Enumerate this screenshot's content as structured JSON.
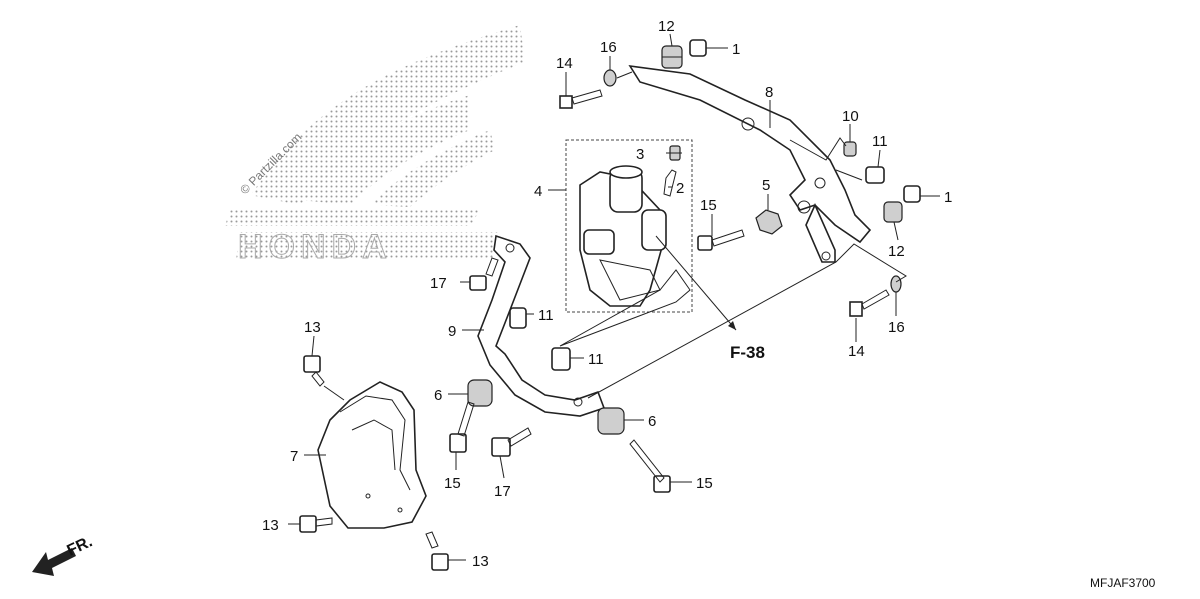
{
  "diagram": {
    "watermark_text": "© Partzilla.com",
    "watermark_logo_text": "HONDA",
    "reference_label": "F-38",
    "diagram_code": "MFJAF3700",
    "front_indicator": "FR.",
    "accent_color": "#111111",
    "watermark_color": "#9a9a9a",
    "callouts": [
      {
        "id": "c1a",
        "label": "1"
      },
      {
        "id": "c1b",
        "label": "1"
      },
      {
        "id": "c2",
        "label": "2"
      },
      {
        "id": "c3",
        "label": "3"
      },
      {
        "id": "c4",
        "label": "4"
      },
      {
        "id": "c5",
        "label": "5"
      },
      {
        "id": "c6a",
        "label": "6"
      },
      {
        "id": "c6b",
        "label": "6"
      },
      {
        "id": "c7",
        "label": "7"
      },
      {
        "id": "c8",
        "label": "8"
      },
      {
        "id": "c9",
        "label": "9"
      },
      {
        "id": "c10",
        "label": "10"
      },
      {
        "id": "c11a",
        "label": "11"
      },
      {
        "id": "c11b",
        "label": "11"
      },
      {
        "id": "c11c",
        "label": "11"
      },
      {
        "id": "c12a",
        "label": "12"
      },
      {
        "id": "c12b",
        "label": "12"
      },
      {
        "id": "c13a",
        "label": "13"
      },
      {
        "id": "c13b",
        "label": "13"
      },
      {
        "id": "c13c",
        "label": "13"
      },
      {
        "id": "c14a",
        "label": "14"
      },
      {
        "id": "c14b",
        "label": "14"
      },
      {
        "id": "c15a",
        "label": "15"
      },
      {
        "id": "c15b",
        "label": "15"
      },
      {
        "id": "c15c",
        "label": "15"
      },
      {
        "id": "c16a",
        "label": "16"
      },
      {
        "id": "c16b",
        "label": "16"
      },
      {
        "id": "c17a",
        "label": "17"
      },
      {
        "id": "c17b",
        "label": "17"
      }
    ]
  }
}
